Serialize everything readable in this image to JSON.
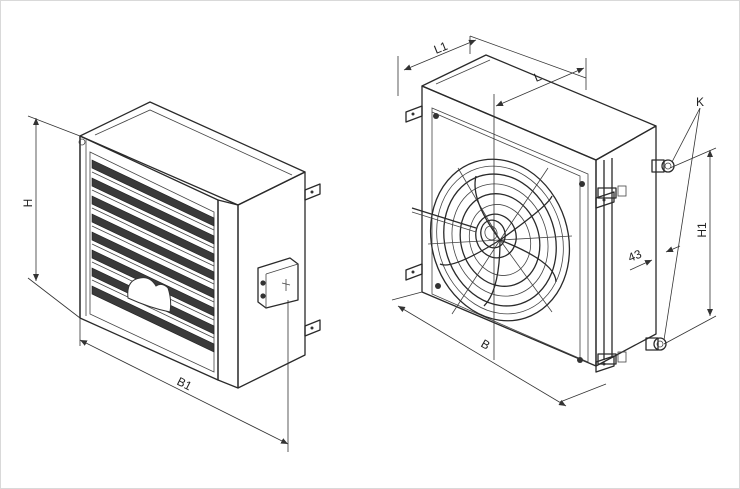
{
  "labels": {
    "H": "H",
    "B1": "B1",
    "L1": "L1",
    "L": "L",
    "K": "K",
    "H1": "H1",
    "d43": "43",
    "B": "B"
  },
  "colors": {
    "line": "#2a2a2a",
    "body_face": "#f4f4f4",
    "body_side": "#e6e6e6",
    "louver": "#3a3a3a",
    "frame_border": "#d9d9d9"
  }
}
